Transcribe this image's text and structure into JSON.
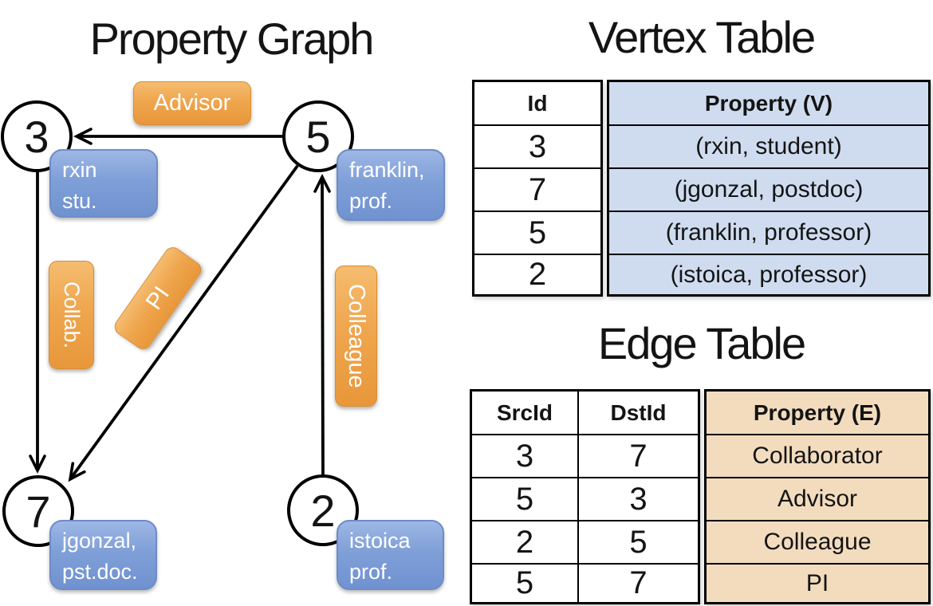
{
  "graph": {
    "title": "Property Graph",
    "nodes": {
      "n3": {
        "id": "3",
        "line1": "rxin",
        "line2": "stu."
      },
      "n5": {
        "id": "5",
        "line1": "franklin,",
        "line2": "prof."
      },
      "n7": {
        "id": "7",
        "line1": "jgonzal,",
        "line2": "pst.doc."
      },
      "n2": {
        "id": "2",
        "line1": "istoica",
        "line2": "prof."
      }
    },
    "edge_labels": {
      "advisor": "Advisor",
      "collab": "Collab.",
      "pi": "PI",
      "colleague": "Colleague"
    }
  },
  "vertex_table": {
    "title": "Vertex Table",
    "columns": {
      "id": "Id",
      "property": "Property (V)"
    },
    "rows": [
      {
        "id": "3",
        "property": "(rxin, student)"
      },
      {
        "id": "7",
        "property": "(jgonzal, postdoc)"
      },
      {
        "id": "5",
        "property": "(franklin, professor)"
      },
      {
        "id": "2",
        "property": "(istoica, professor)"
      }
    ]
  },
  "edge_table": {
    "title": "Edge Table",
    "columns": {
      "src": "SrcId",
      "dst": "DstId",
      "property": "Property (E)"
    },
    "rows": [
      {
        "src": "3",
        "dst": "7",
        "property": "Collaborator"
      },
      {
        "src": "5",
        "dst": "3",
        "property": "Advisor"
      },
      {
        "src": "2",
        "dst": "5",
        "property": "Colleague"
      },
      {
        "src": "5",
        "dst": "7",
        "property": "PI"
      }
    ]
  },
  "colors": {
    "vertex_property_fill": "#cfdcf0",
    "edge_property_fill": "#f3dcbe",
    "edge_label_orange": "#efa64e",
    "vertex_label_blue": "#7f9fd8",
    "line_black": "#000000",
    "background": "#ffffff"
  }
}
